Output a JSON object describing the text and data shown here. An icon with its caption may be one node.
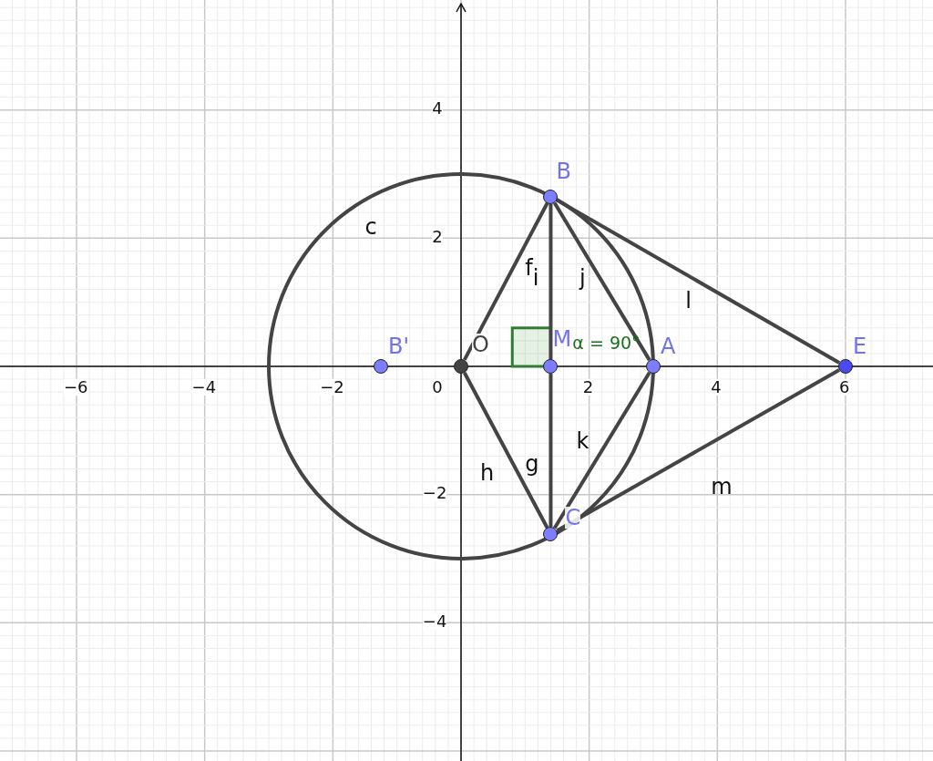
{
  "diagram": {
    "nodes": [
      {
        "text": [
          "B"
        ]
      },
      {
        "text": [
          "B'"
        ]
      },
      {
        "text": [
          "O"
        ]
      },
      {
        "text": [
          "M"
        ]
      },
      {
        "text": [
          "A"
        ]
      },
      {
        "text": [
          "E"
        ]
      },
      {
        "text": [
          "C"
        ]
      }
    ],
    "edges": [
      {
        "from": 2,
        "to": 0,
        "arrow": "none",
        "label": "f"
      },
      {
        "from": 0,
        "to": 3,
        "arrow": "none",
        "label": "i"
      },
      {
        "from": 0,
        "to": 4,
        "arrow": "none",
        "label": "j"
      },
      {
        "from": 0,
        "to": 5,
        "arrow": "none",
        "label": "l"
      },
      {
        "from": 3,
        "to": 6,
        "arrow": "none",
        "label": "g"
      },
      {
        "from": 2,
        "to": 6,
        "arrow": "none",
        "label": "h"
      },
      {
        "from": 4,
        "to": 6,
        "arrow": "none",
        "label": "k"
      },
      {
        "from": 6,
        "to": 5,
        "arrow": "none",
        "label": "m"
      }
    ],
    "labels": [
      "c",
      "−6",
      "−4",
      "−2",
      "0",
      "2",
      "4",
      "6",
      "4",
      "2",
      "−2",
      "−4",
      "α = 90°"
    ]
  }
}
